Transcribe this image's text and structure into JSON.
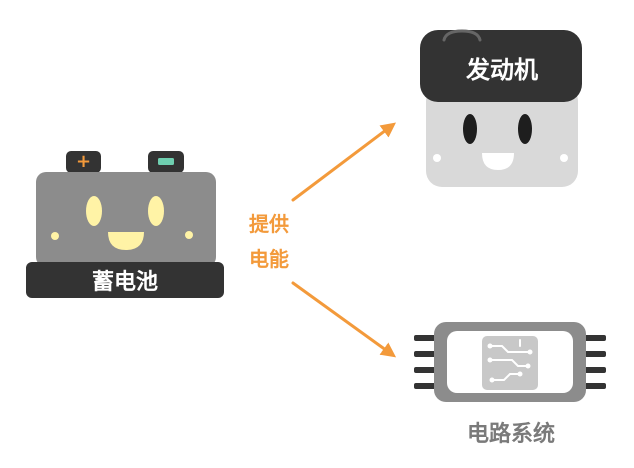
{
  "battery": {
    "label": "蓄电池",
    "plus_symbol": "+",
    "minus_symbol": "−"
  },
  "engine": {
    "label": "发动机"
  },
  "circuit": {
    "label": "电路系统"
  },
  "relation": {
    "line1": "提供",
    "line2": "电能"
  },
  "colors": {
    "arrow": "#f39a3b",
    "battery_body": "#8c8c8c",
    "dark_band": "#333333",
    "eye": "#fff3a6",
    "engine_body": "#d9d9d9",
    "chip_frame": "#8c8c8c",
    "chip_board": "#c8c8c8",
    "label_gray": "#7a7a7a"
  },
  "icons": [
    "plus-icon",
    "minus-icon",
    "arrow-icon",
    "circuit-icon",
    "chip-pin-icon"
  ]
}
